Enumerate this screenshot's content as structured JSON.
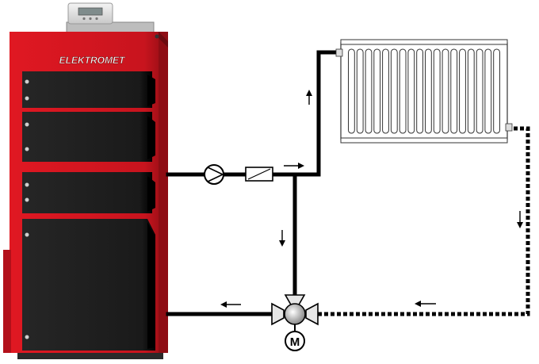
{
  "boiler": {
    "brand": "ELEKTROMET",
    "color": "#c8141e",
    "door_color": "#1f1f1f",
    "doors": [
      "upper-door",
      "middle-door",
      "lower-door",
      "ash-door"
    ]
  },
  "controller": {
    "name": "boiler-controller"
  },
  "radiator": {
    "fins": 18
  },
  "pump": {
    "name": "circulation-pump"
  },
  "valve": {
    "name": "mixing-valve",
    "motor_label": "M"
  },
  "flow": {
    "supply": [
      "right",
      "up"
    ],
    "bypass": [
      "down"
    ],
    "return_from_radiator": [
      "down",
      "left"
    ],
    "return_to_boiler": [
      "left"
    ]
  },
  "colors": {
    "pipe": "#000000",
    "return_pipe_dashed": "#000000",
    "radiator": "#ffffff"
  }
}
